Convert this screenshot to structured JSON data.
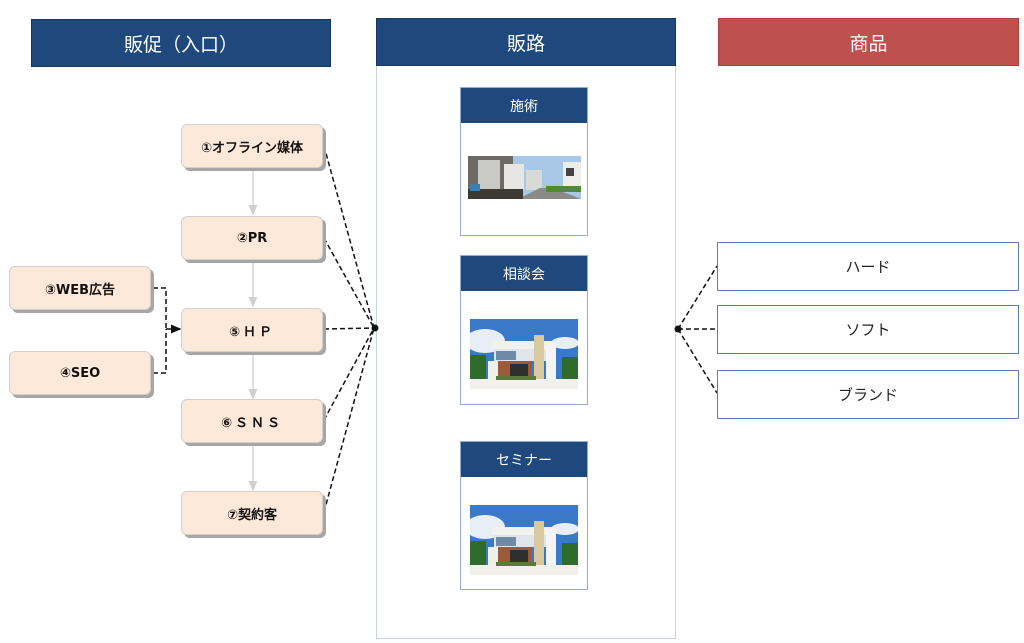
{
  "headers": {
    "promotion": "販促（入口）",
    "channel": "販路",
    "product": "商品"
  },
  "promotion_nodes": [
    {
      "id": "offline",
      "label": "①オフライン媒体"
    },
    {
      "id": "pr",
      "label": "②PR"
    },
    {
      "id": "web_ad",
      "label": "③WEB広告"
    },
    {
      "id": "seo",
      "label": "④SEO"
    },
    {
      "id": "hp",
      "label": "⑤ＨＰ"
    },
    {
      "id": "sns",
      "label": "⑥ＳＮＳ"
    },
    {
      "id": "contract",
      "label": "⑦契約客"
    }
  ],
  "channel_cards": [
    {
      "title": "施術",
      "image": "street-of-houses-photo"
    },
    {
      "title": "相談会",
      "image": "modern-house-photo"
    },
    {
      "title": "セミナー",
      "image": "modern-house-photo"
    }
  ],
  "products": [
    {
      "label": "ハード"
    },
    {
      "label": "ソフト"
    },
    {
      "label": "ブランド"
    }
  ],
  "colors": {
    "header_blue": "#1f497d",
    "header_red": "#c0504d",
    "node_fill": "#fde9d9",
    "product_border": "#5b7fb5"
  }
}
